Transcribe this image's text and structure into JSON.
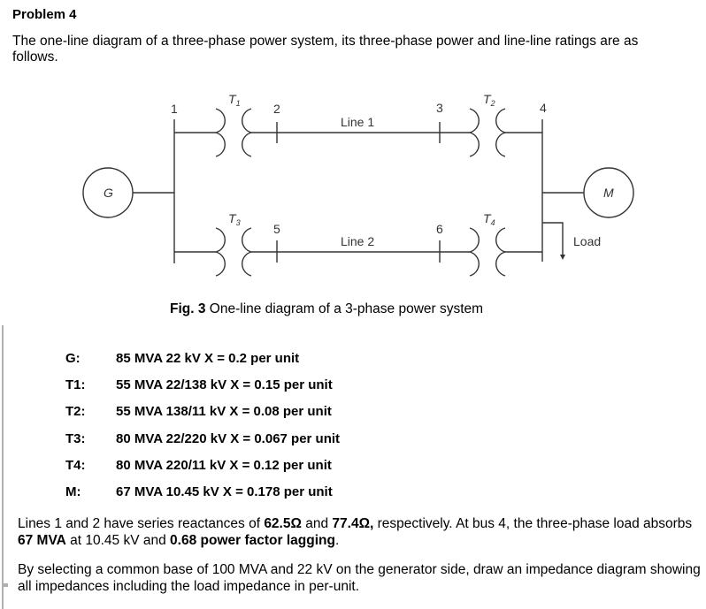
{
  "title": "Problem 4",
  "intro": "The one-line diagram of a three-phase power system, its three-phase power and line-line ratings are as follows.",
  "diagram": {
    "generator_label": "G",
    "motor_label": "M",
    "load_label": "Load",
    "buses": [
      "1",
      "2",
      "3",
      "4",
      "5",
      "6"
    ],
    "transformers": [
      {
        "name": "T",
        "sub": "1"
      },
      {
        "name": "T",
        "sub": "2"
      },
      {
        "name": "T",
        "sub": "3"
      },
      {
        "name": "T",
        "sub": "4"
      }
    ],
    "lines": [
      "Line 1",
      "Line 2"
    ]
  },
  "caption": {
    "prefix": "Fig. 3",
    "text": " One-line diagram of a 3-phase power system"
  },
  "ratings": [
    {
      "label": "G:",
      "value": "85 MVA 22 kV X = 0.2 per unit"
    },
    {
      "label": "T1:",
      "value": "55 MVA 22/138 kV X = 0.15 per unit"
    },
    {
      "label": "T2:",
      "value": "55 MVA 138/11 kV X = 0.08 per unit"
    },
    {
      "label": "T3:",
      "value": "80 MVA 22/220 kV X = 0.067 per unit"
    },
    {
      "label": "T4:",
      "value": "80 MVA 220/11 kV X = 0.12 per unit"
    },
    {
      "label": "M:",
      "value": "67 MVA 10.45 kV X = 0.178 per unit"
    }
  ],
  "para1": {
    "t1": "Lines 1 and 2 have series reactances of ",
    "b1": "62.5Ω",
    "t2": " and ",
    "b2": "77.4Ω,",
    "t3": " respectively. At bus 4, the three-phase load absorbs ",
    "b3": "67 MVA",
    "t4": " at 10.45 kV and ",
    "b4": "0.68 power factor lagging",
    "t5": "."
  },
  "para2": "By selecting a common base of 100 MVA and 22 kV on the generator side, draw an impedance diagram showing all impedances including the load impedance in per-unit."
}
